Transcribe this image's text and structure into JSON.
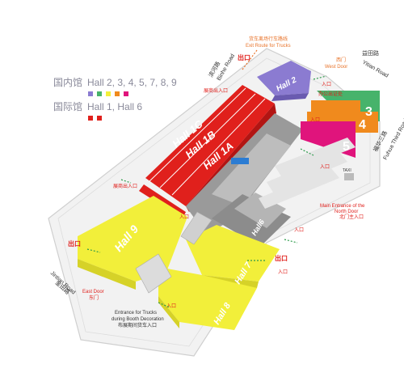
{
  "legend": {
    "domestic_cn": "国内馆",
    "domestic_halls": "Hall 2, 3, 4, 5, 7, 8, 9",
    "intl_cn": "国际馆",
    "intl_halls": "Hall 1, Hall 6",
    "colors": {
      "purple": "#8b7bd1",
      "green": "#47b36b",
      "yellow": "#f2ef3a",
      "orange": "#f08a1d",
      "magenta": "#e0147c",
      "red": "#e0201c",
      "gray": "#8c8c8c"
    }
  },
  "halls": {
    "h1c": "Hall 1C",
    "h1b": "Hall 1B",
    "h1a": "Hall 1A",
    "h2": "Hall 2",
    "h3": "3",
    "h4": "4",
    "h5": "5",
    "h6": "Hall6",
    "h7": "Hall 7",
    "h8": "Hall 8",
    "h9": "Hall 9"
  },
  "roads": {
    "binhe_cn": "滨河路",
    "binhe_en": "Binhe Road",
    "yitian_cn": "益田路",
    "yitian_en": "Yitian Road",
    "fuhua_cn": "福华三路",
    "fuhua_en": "Fuhua Third Road",
    "jintian_en": "Jintian Road",
    "jintian_cn": "金田路"
  },
  "labels": {
    "truck_route_cn": "货车离场行车路线",
    "truck_route_en": "Exit Route for Trucks",
    "west_door_cn": "西门",
    "west_door_en": "West Door",
    "exit_cn": "出口",
    "entrance_cn": "入口",
    "exhibitor_exit": "展商出入口",
    "office_entrance": "办公出证处",
    "main_entrance_en1": "Main Entrance of the",
    "main_entrance_en2": "North Door",
    "main_entrance_cn": "北门主入口",
    "east_door_en": "East Door",
    "east_door_cn": "东门",
    "truck_entrance_en1": "Entrance for Trucks",
    "truck_entrance_en2": "during Booth Decoration",
    "truck_entrance_cn": "布展期间货车入口",
    "taxi": "TAXI"
  }
}
